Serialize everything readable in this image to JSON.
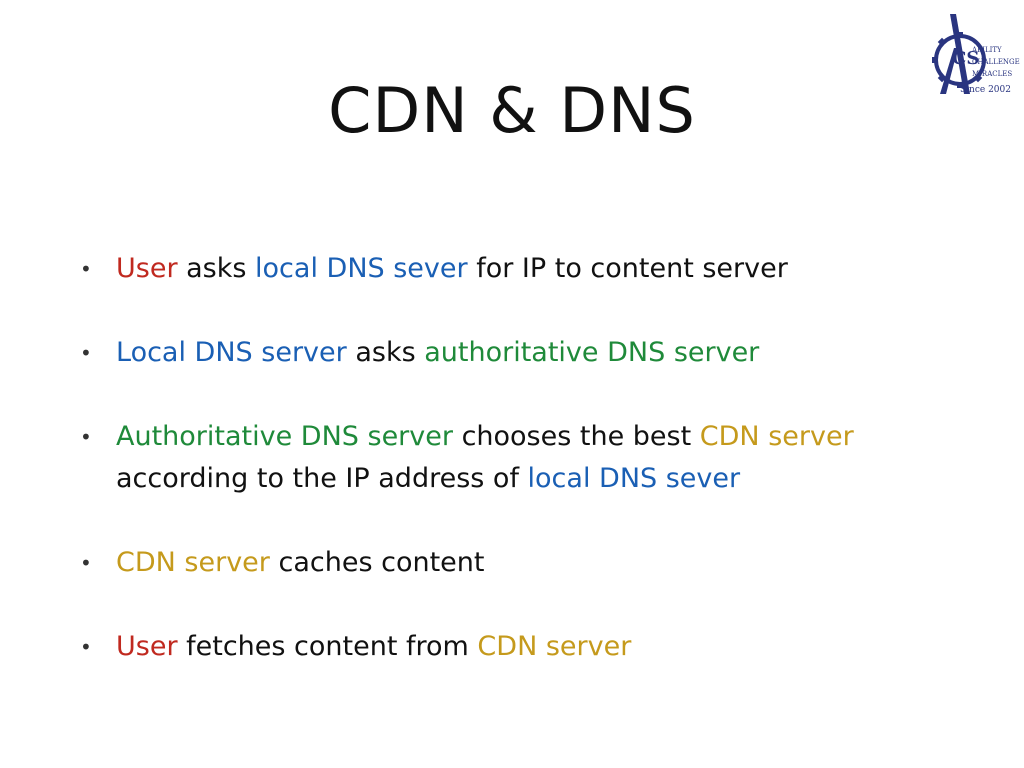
{
  "slide": {
    "title": "CDN & DNS"
  },
  "logo": {
    "icon": "gear-emblem-logo",
    "text_lines": [
      "ABILITY",
      "CHALLENGE",
      "MIRACLES",
      "Since 2002"
    ]
  },
  "colors": {
    "red": "#c0291f",
    "blue": "#1a5fb4",
    "green": "#1f8a3a",
    "gold": "#c59a1c",
    "text": "#111111",
    "logo": "#2a3580"
  },
  "bullets": [
    {
      "lines": [
        [
          {
            "text": "User",
            "color": "red"
          },
          {
            "text": " asks ",
            "color": "text"
          },
          {
            "text": "local DNS sever",
            "color": "blue"
          },
          {
            "text": " for IP to content server",
            "color": "text"
          }
        ]
      ]
    },
    {
      "lines": [
        [
          {
            "text": "Local DNS server",
            "color": "blue"
          },
          {
            "text": " asks ",
            "color": "text"
          },
          {
            "text": "authoritative DNS server",
            "color": "green"
          }
        ]
      ]
    },
    {
      "lines": [
        [
          {
            "text": "Authoritative DNS server",
            "color": "green"
          },
          {
            "text": " chooses the best ",
            "color": "text"
          },
          {
            "text": "CDN server",
            "color": "gold"
          }
        ],
        [
          {
            "text": "according to the IP address of ",
            "color": "text"
          },
          {
            "text": "local DNS sever",
            "color": "blue"
          }
        ]
      ]
    },
    {
      "lines": [
        [
          {
            "text": "CDN server",
            "color": "gold"
          },
          {
            "text": " caches content",
            "color": "text"
          }
        ]
      ]
    },
    {
      "lines": [
        [
          {
            "text": "User",
            "color": "red"
          },
          {
            "text": " fetches content from ",
            "color": "text"
          },
          {
            "text": "CDN server",
            "color": "gold"
          }
        ]
      ]
    }
  ]
}
